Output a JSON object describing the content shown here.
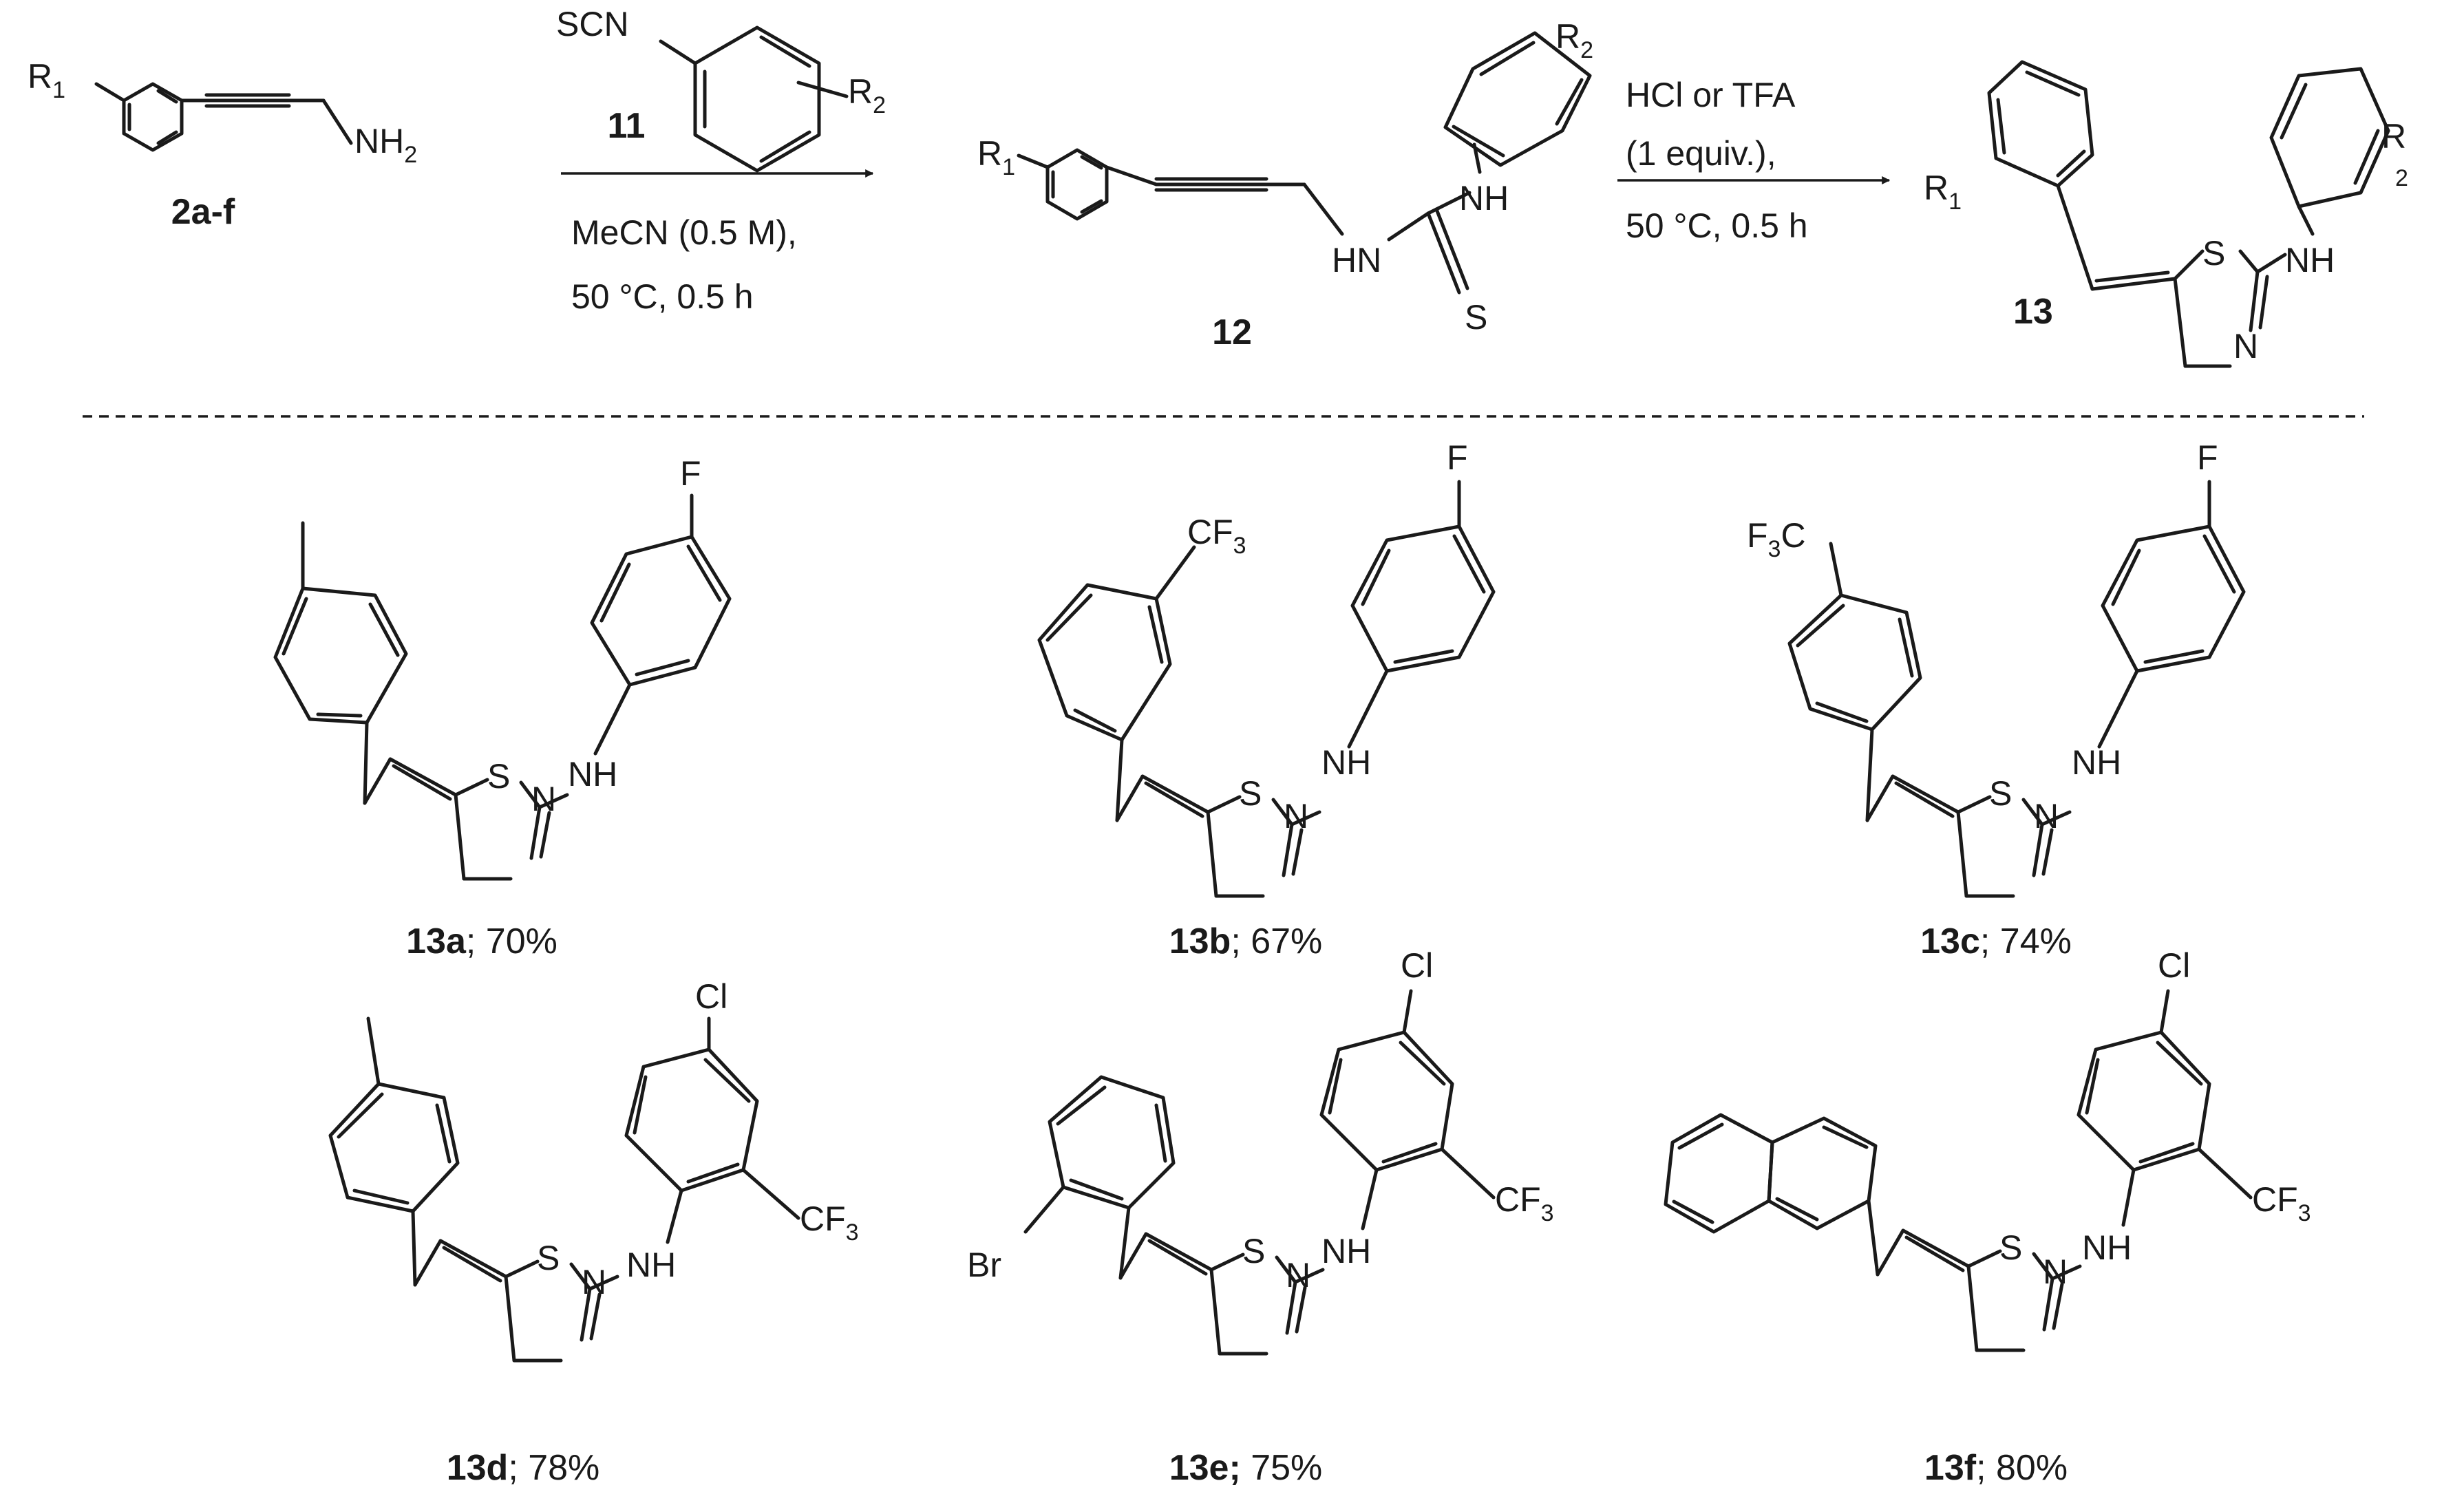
{
  "reaction": {
    "reagent_compound": "11",
    "reagent_group": "SCN",
    "step1_conditions": [
      "MeCN (0.5 M),",
      "50 °C, 0.5 h"
    ],
    "step2_conditions": [
      "HCl or TFA",
      "(1 equiv.),",
      "50 °C, 0.5 h"
    ],
    "starting_material": "2a-f",
    "intermediate": "12",
    "product": "13"
  },
  "atoms": {
    "R": "R",
    "R1_sub": "1",
    "R2_sub": "2",
    "NH2": "NH",
    "NH2_sub": "2",
    "NH": "NH",
    "HN": "HN",
    "S": "S",
    "N": "N",
    "F": "F",
    "Cl": "Cl",
    "Br": "Br",
    "CF3": "CF",
    "F3C": "F",
    "F3C_tail": "C",
    "CF3_sub": "3"
  },
  "products": [
    {
      "id": "13a",
      "yield": "; 70%"
    },
    {
      "id": "13b",
      "yield": "; 67%"
    },
    {
      "id": "13c",
      "yield": "; 74%"
    },
    {
      "id": "13d",
      "yield": "; 78%"
    },
    {
      "id": "13e;",
      "yield": " 75%"
    },
    {
      "id": "13f",
      "yield": "; 80%"
    }
  ]
}
